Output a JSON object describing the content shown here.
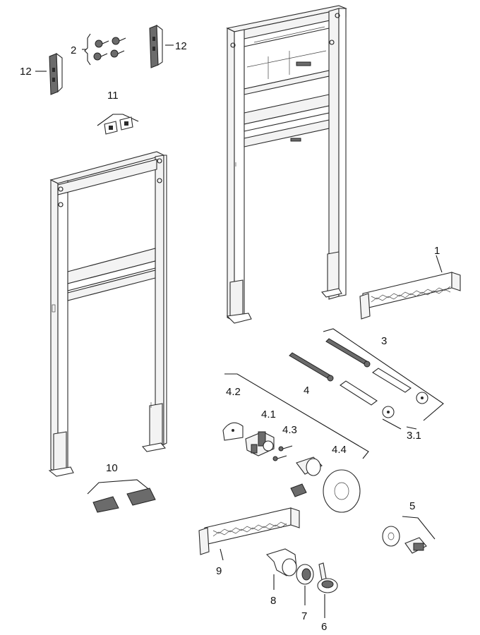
{
  "labels": {
    "l1": "1",
    "l2": "2",
    "l3": "3",
    "l3_1": "3.1",
    "l4": "4",
    "l4_1": "4.1",
    "l4_2": "4.2",
    "l4_3": "4.3",
    "l4_4": "4.4",
    "l5": "5",
    "l6": "6",
    "l7": "7",
    "l8": "8",
    "l9": "9",
    "l10": "10",
    "l11": "11",
    "l12a": "12",
    "l12b": "12"
  },
  "colors": {
    "line": "#1a1a1a",
    "fill": "#f3f3f3",
    "dark": "#6b6b6b"
  }
}
